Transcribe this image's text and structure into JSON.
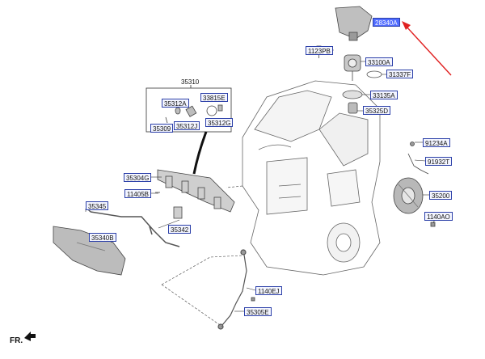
{
  "labels": {
    "p28340A": "28340A",
    "p1123PB": "1123PB",
    "p33100A": "33100A",
    "p31337F": "31337F",
    "p33135A": "33135A",
    "p35325D": "35325D",
    "p35310": "35310",
    "p35312A": "35312A",
    "p33815E": "33815E",
    "p35309": "35309",
    "p35312J": "35312J",
    "p35312G": "35312G",
    "p35304G": "35304G",
    "p11405B": "11405B",
    "p35345": "35345",
    "p35342": "35342",
    "p35340B": "35340B",
    "p91234A": "91234A",
    "p91932T": "91932T",
    "p35200": "35200",
    "p1140AO": "1140AO",
    "p1140EJ": "1140EJ",
    "p35305E": "35305E"
  },
  "direction": {
    "label": "FR."
  },
  "colors": {
    "highlight": "#4f6bff",
    "arrow": "#e02020",
    "label_border": "#2b3fa8"
  }
}
